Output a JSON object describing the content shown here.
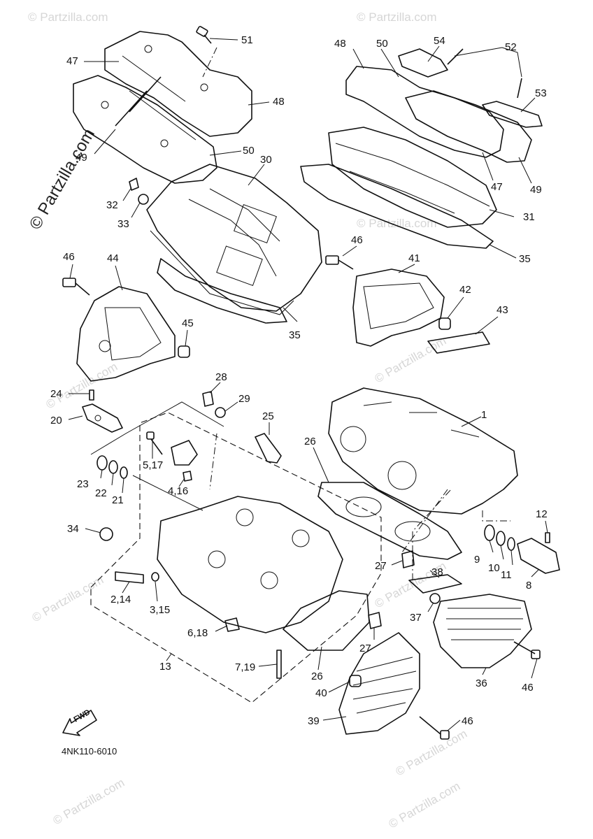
{
  "diagram_code": "4NK110-6010",
  "watermark": {
    "small": "© Partzilla.com",
    "large": "© Partzilla.com"
  },
  "fwd_label": "FWD",
  "callouts": [
    "51",
    "47",
    "48",
    "49",
    "50",
    "30",
    "32",
    "33",
    "48",
    "50",
    "54",
    "52",
    "53",
    "47",
    "49",
    "31",
    "35",
    "46",
    "44",
    "45",
    "35",
    "46",
    "41",
    "42",
    "43",
    "28",
    "29",
    "24",
    "20",
    "25",
    "26",
    "1",
    "5,17",
    "23",
    "22",
    "21",
    "4,16",
    "34",
    "12",
    "9",
    "10",
    "11",
    "8",
    "2,14",
    "3,15",
    "27",
    "38",
    "37",
    "6,18",
    "27",
    "13",
    "7,19",
    "26",
    "36",
    "46",
    "40",
    "39",
    "46"
  ]
}
